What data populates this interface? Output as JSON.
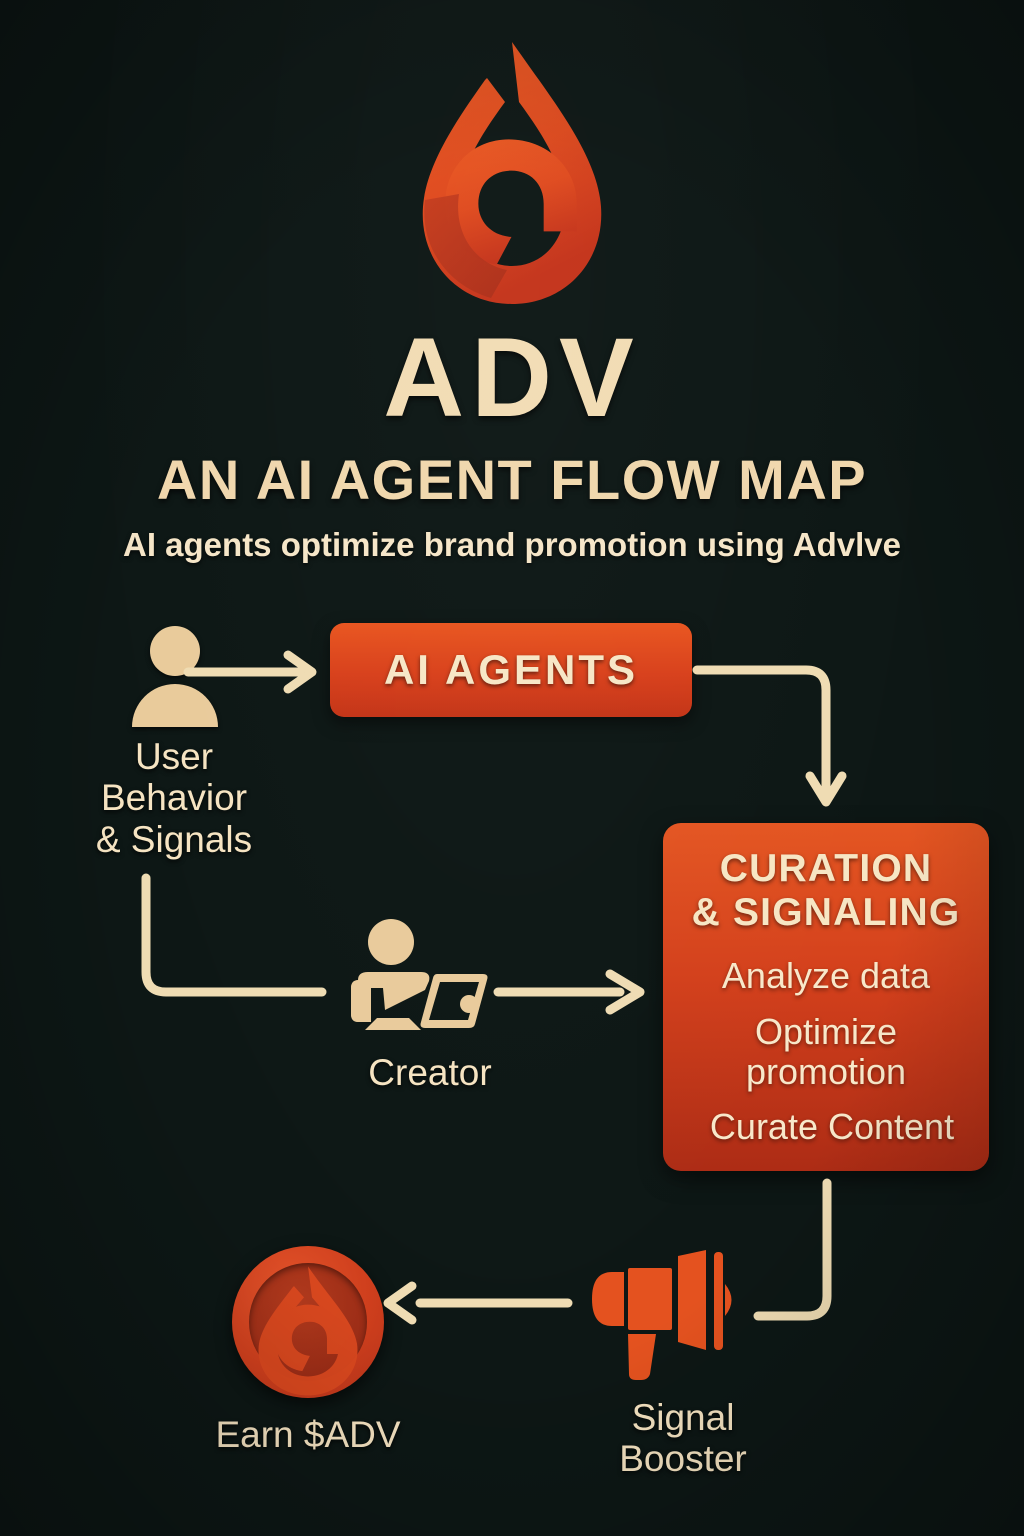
{
  "poster": {
    "background_color": "#0d1715",
    "accent_orange": "#e4521f",
    "accent_deep_red": "#b8331a",
    "cream": "#f6e4c2"
  },
  "header": {
    "logo_icon": "adv-flame-spiral-logo",
    "title": "ADV",
    "subtitle": "AN AI AGENT FLOW MAP",
    "tagline": "AI agents optimize brand promotion using Advlve"
  },
  "flow": {
    "user": {
      "icon": "user-person-icon",
      "label": "User\nBehavior\n& Signals"
    },
    "ai_agents": {
      "label": "AI AGENTS",
      "box_color_top": "#e9551f",
      "box_color_bottom": "#c33417"
    },
    "creator": {
      "icon": "creator-person-laptop-icon",
      "label": "Creator"
    },
    "curation": {
      "title": "CURATION\n& SIGNALING",
      "items": [
        "Analyze data",
        "Optimize\npromotion",
        "Curate Content"
      ],
      "box_color_top": "#e45622",
      "box_color_bottom": "#ad2c15"
    },
    "signal_booster": {
      "icon": "megaphone-icon",
      "label": "Signal\nBooster"
    },
    "earn": {
      "icon": "adv-coin-icon",
      "label": "Earn $ADV"
    }
  },
  "connectors": [
    {
      "name": "user-to-ai-agents",
      "style": "straight-arrow-right"
    },
    {
      "name": "user-to-creator",
      "style": "elbow-down-right"
    },
    {
      "name": "ai-agents-to-curation",
      "style": "elbow-right-down-arrow"
    },
    {
      "name": "creator-to-curation",
      "style": "straight-arrow-right"
    },
    {
      "name": "curation-to-signal-booster",
      "style": "elbow-down-left"
    },
    {
      "name": "signal-booster-to-earn",
      "style": "straight-arrow-left"
    }
  ]
}
